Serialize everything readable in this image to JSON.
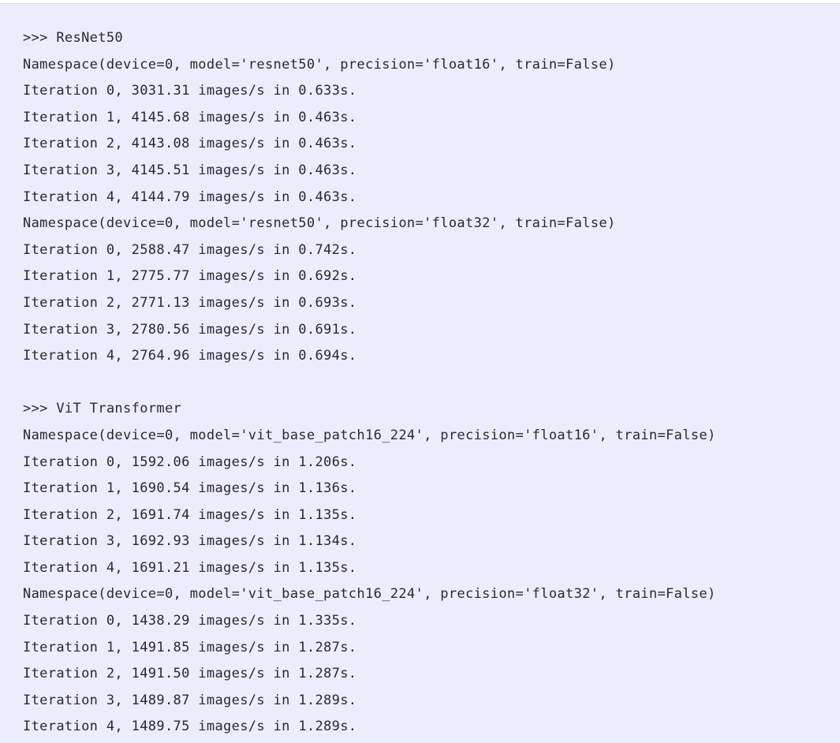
{
  "code_block": {
    "lines": [
      ">>> ResNet50",
      "Namespace(device=0, model='resnet50', precision='float16', train=False)",
      "Iteration 0, 3031.31 images/s in 0.633s.",
      "Iteration 1, 4145.68 images/s in 0.463s.",
      "Iteration 2, 4143.08 images/s in 0.463s.",
      "Iteration 3, 4145.51 images/s in 0.463s.",
      "Iteration 4, 4144.79 images/s in 0.463s.",
      "Namespace(device=0, model='resnet50', precision='float32', train=False)",
      "Iteration 0, 2588.47 images/s in 0.742s.",
      "Iteration 1, 2775.77 images/s in 0.692s.",
      "Iteration 2, 2771.13 images/s in 0.693s.",
      "Iteration 3, 2780.56 images/s in 0.691s.",
      "Iteration 4, 2764.96 images/s in 0.694s.",
      "",
      ">>> ViT Transformer",
      "Namespace(device=0, model='vit_base_patch16_224', precision='float16', train=False)",
      "Iteration 0, 1592.06 images/s in 1.206s.",
      "Iteration 1, 1690.54 images/s in 1.136s.",
      "Iteration 2, 1691.74 images/s in 1.135s.",
      "Iteration 3, 1692.93 images/s in 1.134s.",
      "Iteration 4, 1691.21 images/s in 1.135s.",
      "Namespace(device=0, model='vit_base_patch16_224', precision='float32', train=False)",
      "Iteration 0, 1438.29 images/s in 1.335s.",
      "Iteration 1, 1491.85 images/s in 1.287s.",
      "Iteration 2, 1491.50 images/s in 1.287s.",
      "Iteration 3, 1489.87 images/s in 1.289s.",
      "Iteration 4, 1489.75 images/s in 1.289s."
    ]
  }
}
